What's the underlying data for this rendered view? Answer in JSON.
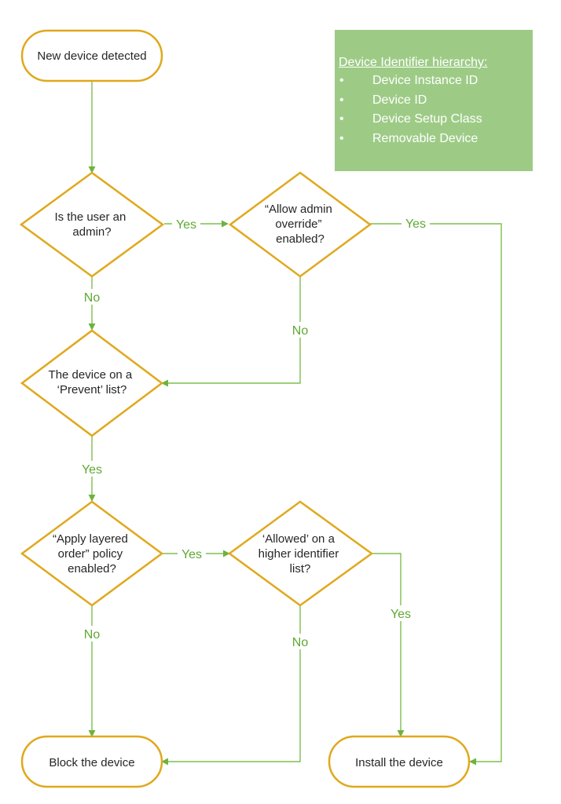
{
  "nodes": {
    "start": [
      "New device detected"
    ],
    "admin": [
      "Is the user an",
      "admin?"
    ],
    "override": [
      "“Allow admin",
      "override”",
      "enabled?"
    ],
    "prevent": [
      "The device on a",
      "‘Prevent’ list?"
    ],
    "layered": [
      "“Apply layered",
      "order” policy",
      "enabled?"
    ],
    "allowed": [
      "‘Allowed’ on a",
      "higher identifier",
      "list?"
    ],
    "block": [
      "Block the device"
    ],
    "install": [
      "Install the device"
    ]
  },
  "edge_labels": {
    "admin_yes": "Yes",
    "admin_no": "No",
    "override_yes": "Yes",
    "override_no": "No",
    "prevent_yes": "Yes",
    "layered_yes": "Yes",
    "layered_no": "No",
    "allowed_yes": "Yes",
    "allowed_no": "No"
  },
  "legend": {
    "title": "Device Identifier hierarchy:",
    "bullet": "•",
    "items": [
      "Device Instance ID",
      "Device ID",
      "Device Setup Class",
      "Removable Device"
    ]
  },
  "colors": {
    "shape_stroke": "#e0a81c",
    "connector": "#7cbf4e",
    "legend_fill": "#9dcb86"
  }
}
